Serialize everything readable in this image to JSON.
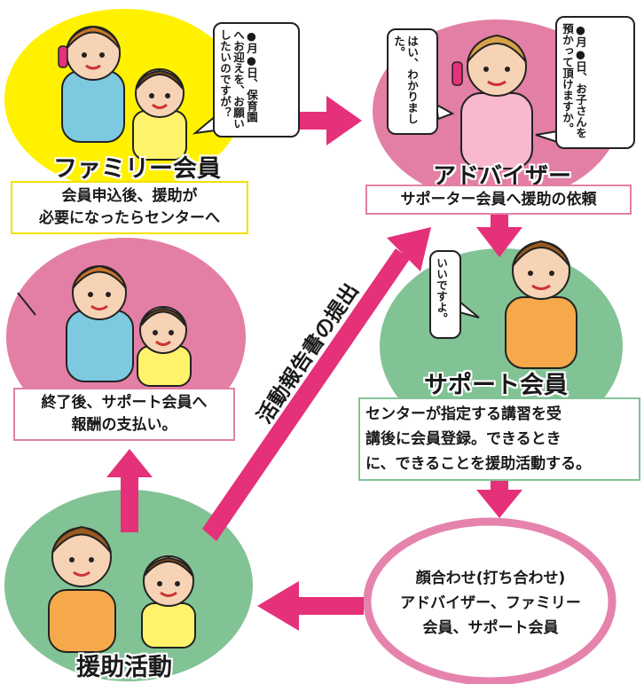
{
  "colors": {
    "yellow": "#fff100",
    "pink": "#e37fa5",
    "green": "#82c395",
    "arrow": "#e5307a",
    "ring": "#e583ad"
  },
  "family": {
    "title": "ファミリー会員",
    "desc_line1": "会員申込後、援助が",
    "desc_line2": "必要になったらセンターへ",
    "bubble": "●月●日、保育園へお迎えを、お願いしたいのですが？"
  },
  "advisor": {
    "title": "アドバイザー",
    "desc": "サポーター会員へ援助の依頼",
    "bubble_reply": "はい、わかりました。",
    "bubble_ask": "●月●日、お子さんを預かって頂けますか。"
  },
  "support": {
    "title": "サポート会員",
    "desc_line1": "センターが指定する講習を受",
    "desc_line2": "講後に会員登録。できるとき",
    "desc_line3": "に、できることを援助活動する。",
    "bubble": "いいですよ。"
  },
  "payment": {
    "desc_line1": "終了後、サポート会員へ",
    "desc_line2": "報酬の支払い。"
  },
  "meeting": {
    "line1": "顔合わせ(打ち合わせ)",
    "line2": "アドバイザー、ファミリー",
    "line3": "会員、サポート会員"
  },
  "activity": {
    "title": "援助活動"
  },
  "report": {
    "label": "活動報告書の提出"
  }
}
